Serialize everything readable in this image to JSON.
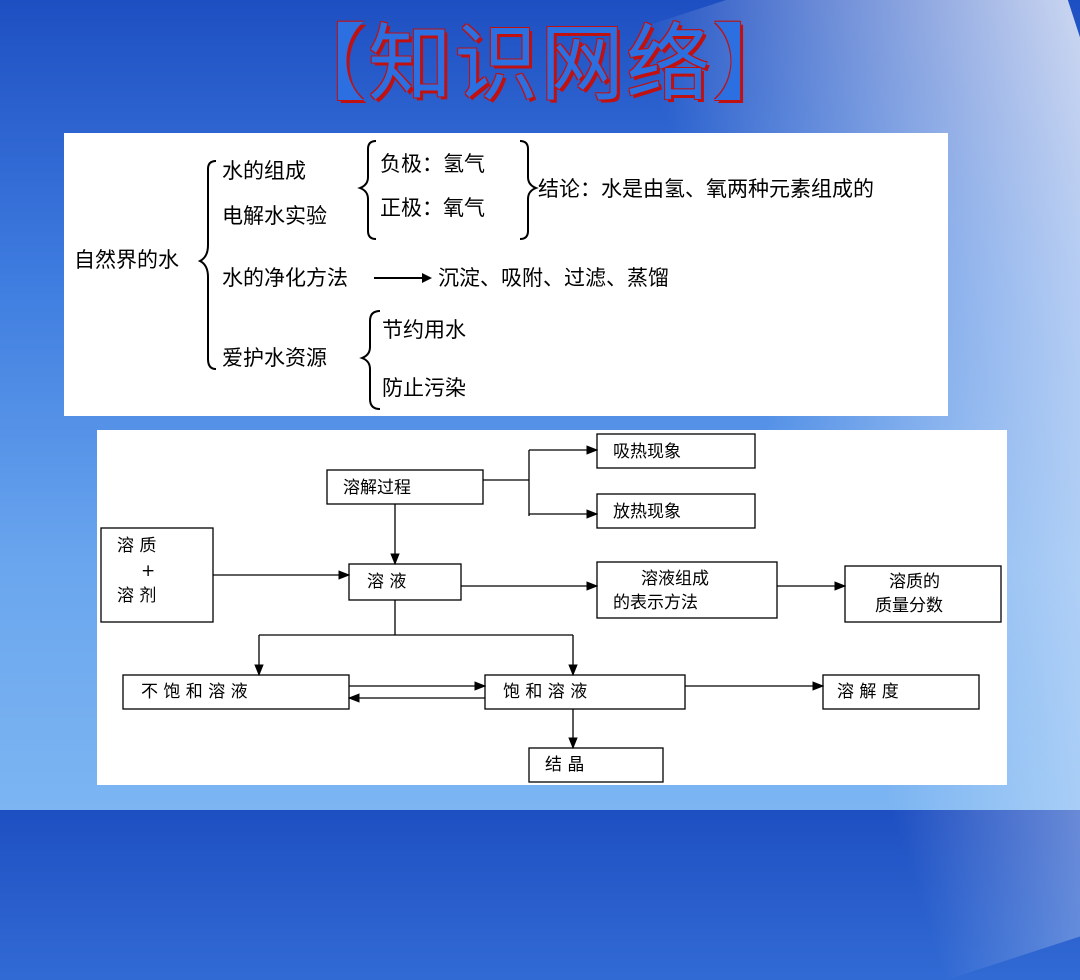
{
  "title": "【知识网络】",
  "water": {
    "root": "自然界的水",
    "composition": "水的组成",
    "electrolysis": "电解水实验",
    "negative": "负极：氢气",
    "positive": "正极：氧气",
    "conclusion": "结论：水是由氢、氧两种元素组成的",
    "purification": "水的净化方法",
    "methods": "沉淀、吸附、过滤、蒸馏",
    "protection": "爱护水资源",
    "save": "节约用水",
    "prevent": "防止污染"
  },
  "solution": {
    "dissolving": "溶解过程",
    "endo": "吸热现象",
    "exo": "放热现象",
    "solute": "溶 质",
    "plus": "+",
    "solvent": "溶 剂",
    "solution": "溶 液",
    "composition_line1": "溶液组成",
    "composition_line2": "的表示方法",
    "mass_line1": "溶质的",
    "mass_line2": "质量分数",
    "unsaturated": "不 饱 和 溶 液",
    "saturated": "饱 和 溶 液",
    "solubility": "溶 解 度",
    "crystal": "结 晶"
  },
  "colors": {
    "title": "#2b6fe0",
    "title_outline": "#c01010"
  }
}
